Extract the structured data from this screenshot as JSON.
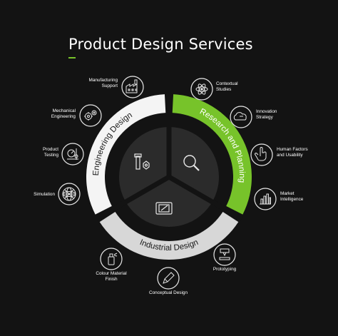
{
  "title": "Product Design Services",
  "colors": {
    "background": "#131313",
    "accent_green": "#77c32a",
    "light_grey": "#d7d7d7",
    "white": "#f4f4f4",
    "inner_disc": "#2b2b2b",
    "icon_stroke": "#e8e8e8"
  },
  "segments": [
    {
      "label": "Research and Planning",
      "icon": "magnifier-icon"
    },
    {
      "label": "Industrial Design",
      "icon": "drawing-tablet-icon"
    },
    {
      "label": "Engineering Design",
      "icon": "bolt-nut-icon"
    }
  ],
  "services": [
    {
      "lines": [
        "Contextual",
        "Studies"
      ],
      "icon": "atom-icon",
      "group": "Research and Planning"
    },
    {
      "lines": [
        "Innovation",
        "Strategy"
      ],
      "icon": "cloud-idea-icon",
      "group": "Research and Planning"
    },
    {
      "lines": [
        "Human Factors",
        "and Usability"
      ],
      "icon": "hand-pointer-icon",
      "group": "Research and Planning"
    },
    {
      "lines": [
        "Market",
        "Intelligence"
      ],
      "icon": "bar-chart-icon",
      "group": "Research and Planning"
    },
    {
      "lines": [
        "Prototyping"
      ],
      "icon": "3d-printer-icon",
      "group": "Industrial Design"
    },
    {
      "lines": [
        "Conceptual Design"
      ],
      "icon": "pencil-icon",
      "group": "Industrial Design"
    },
    {
      "lines": [
        "Colour Material",
        "Finish"
      ],
      "icon": "spray-icon",
      "group": "Industrial Design"
    },
    {
      "lines": [
        "Simulation"
      ],
      "icon": "mesh-sphere-icon",
      "group": "Engineering Design"
    },
    {
      "lines": [
        "Product",
        "Testing"
      ],
      "icon": "test-gauge-icon",
      "group": "Engineering Design"
    },
    {
      "lines": [
        "Mechanical",
        "Engineering"
      ],
      "icon": "gears-icon",
      "group": "Engineering Design"
    },
    {
      "lines": [
        "Manufacturing",
        "Support"
      ],
      "icon": "factory-icon",
      "group": "Engineering Design"
    }
  ]
}
